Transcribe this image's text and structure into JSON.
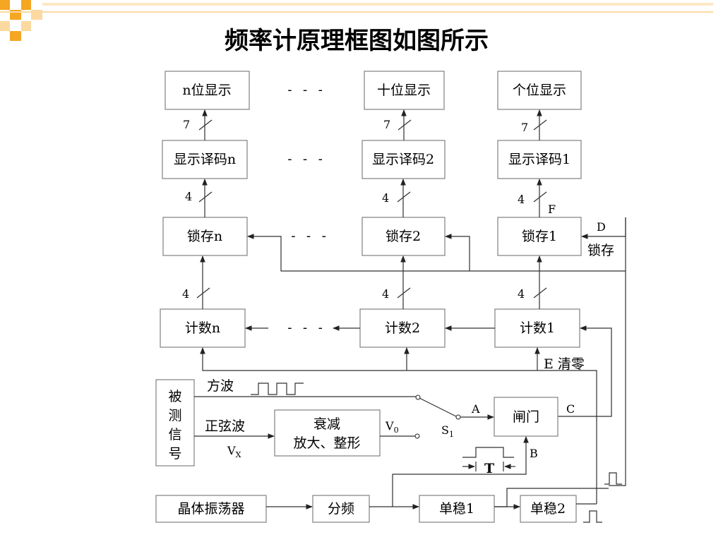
{
  "title": "频率计原理框图如图所示",
  "colors": {
    "accent_orange": "#F5A623",
    "accent_light": "#FBD9A0",
    "box_border": "#808080"
  },
  "blocks": {
    "display_n": "n位显示",
    "display_10": "十位显示",
    "display_1": "个位显示",
    "decode_n": "显示译码n",
    "decode_2": "显示译码2",
    "decode_1": "显示译码1",
    "latch_n": "锁存n",
    "latch_2": "锁存2",
    "latch_1": "锁存1",
    "count_n": "计数n",
    "count_2": "计数2",
    "count_1": "计数1",
    "measured_signal": [
      "被",
      "测",
      "信",
      "号"
    ],
    "attenuate_l1": "衰减",
    "attenuate_l2": "放大、整形",
    "gate": "闸门",
    "oscillator": "晶体振荡器",
    "divider": "分频",
    "mono1": "单稳1",
    "mono2": "单稳2"
  },
  "labels": {
    "ellipsis": "- - -",
    "bus7": "7",
    "bus4": "4",
    "F": "F",
    "D": "D",
    "latch_signal": "锁存",
    "E_clear": "E 清零",
    "square_wave": "方波",
    "sine_wave": "正弦波",
    "vx_main": "V",
    "vx_sub": "X",
    "v0_main": "V",
    "v0_sub": "0",
    "s_main": "S",
    "s_sub": "1",
    "A": "A",
    "B": "B",
    "C": "C",
    "T": "T"
  }
}
